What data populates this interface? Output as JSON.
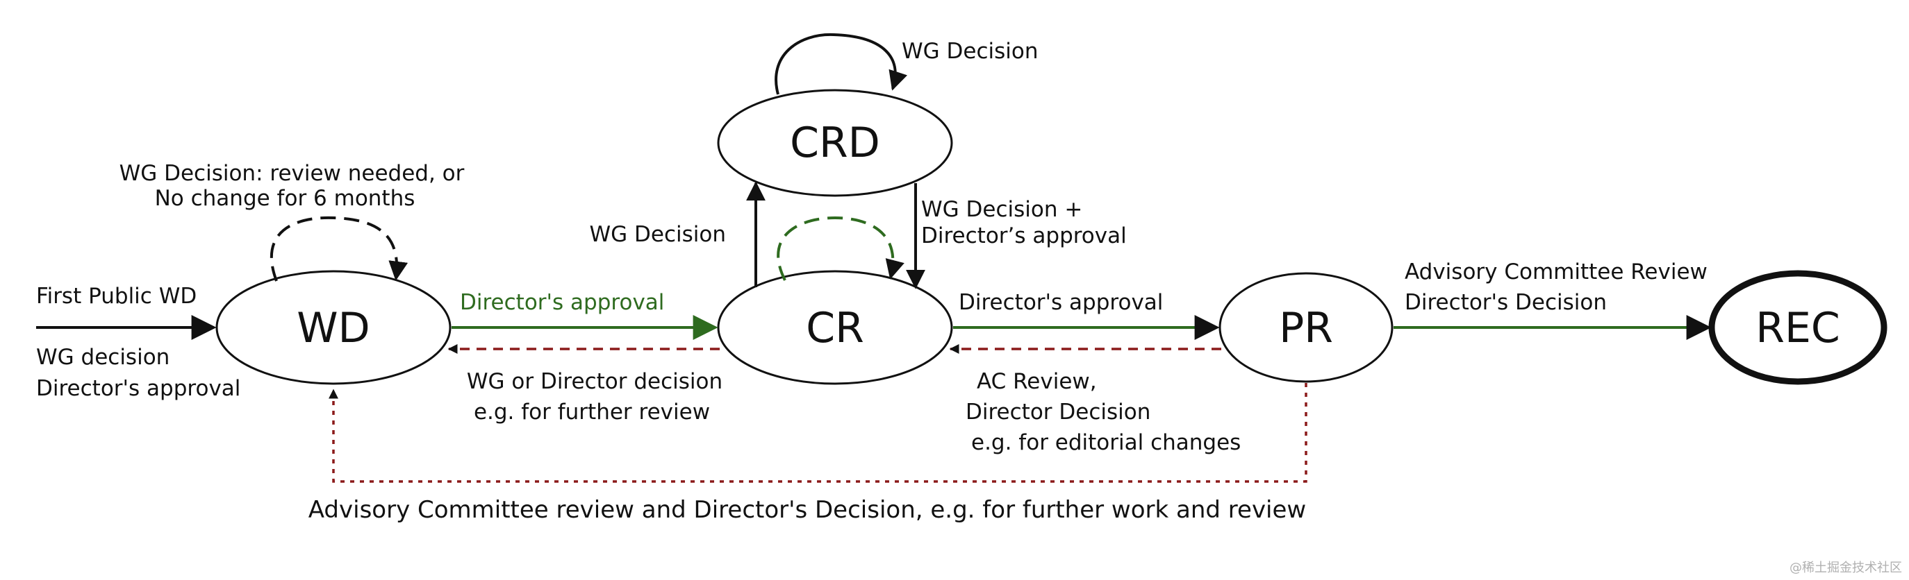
{
  "nodes": {
    "wd": "WD",
    "cr": "CR",
    "crd": "CRD",
    "pr": "PR",
    "rec": "REC"
  },
  "labels": {
    "first_public_wd": "First Public WD",
    "wg_decision_1": "WG decision",
    "wg_decision_2": "Director's approval",
    "wd_loop_1": "WG Decision: review needed, or",
    "wd_loop_2": "No change for 6 months",
    "wd_to_cr": "Director's approval",
    "cr_to_wd_1": "WG or Director decision",
    "cr_to_wd_2": "e.g. for further review",
    "cr_to_crd": "WG Decision",
    "crd_loop": "WG Decision",
    "crd_to_cr_1": "WG Decision +",
    "crd_to_cr_2": "Director’s approval",
    "cr_to_pr": "Director's approval",
    "pr_to_cr_1": "AC Review,",
    "pr_to_cr_2": "Director Decision",
    "pr_to_cr_3": "e.g. for editorial changes",
    "pr_to_rec_1": "Advisory Committee Review",
    "pr_to_rec_2": "Director's Decision",
    "pr_to_wd": "Advisory Committee review and Director's Decision, e.g. for further work and review"
  },
  "watermark": "@稀土掘金技术社区",
  "colors": {
    "black": "#111111",
    "green": "#2e6b1f",
    "darkred": "#8b1a1a",
    "dashed_green": "#2e6b1f"
  }
}
